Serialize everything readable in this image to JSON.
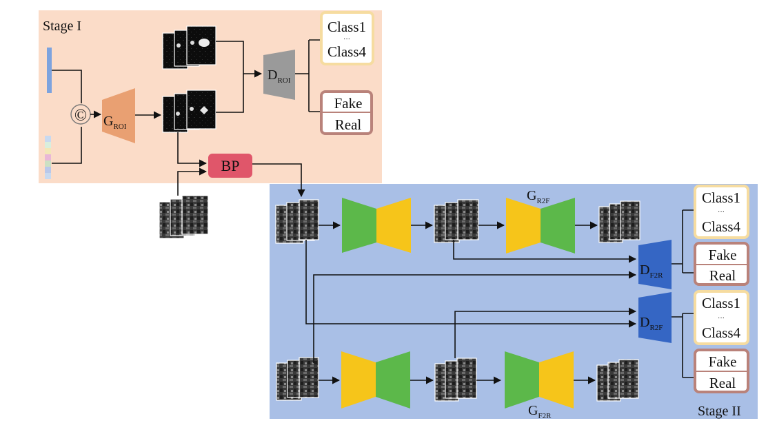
{
  "stage1": {
    "label": "Stage I"
  },
  "stage2": {
    "label": "Stage II"
  },
  "concat": {
    "symbol": "©"
  },
  "generators": {
    "roi": {
      "main": "G",
      "sub": "ROI"
    },
    "r2f": {
      "main": "G",
      "sub": "R2F"
    },
    "f2r": {
      "main": "G",
      "sub": "F2R"
    }
  },
  "discriminators": {
    "roi": {
      "main": "D",
      "sub": "ROI"
    },
    "f2r": {
      "main": "D",
      "sub": "F2R"
    },
    "r2f": {
      "main": "D",
      "sub": "R2F"
    }
  },
  "bp": {
    "label": "BP"
  },
  "class_output": {
    "first": "Class1",
    "dots": "···",
    "last": "Class4"
  },
  "real_fake": {
    "top": "Fake",
    "bottom": "Real"
  },
  "colors": {
    "stage1_bg": "#fbdcc8",
    "stage2_bg": "#a9bfe6",
    "g_roi": "#e9a072",
    "d_roi": "#9a9a9a",
    "bp": "#e0566a",
    "green": "#5cb84a",
    "yellow": "#f6c51a",
    "d_blue": "#3566c4",
    "class_border": "#f6dca0",
    "real_fake_border": "#b9827a"
  }
}
